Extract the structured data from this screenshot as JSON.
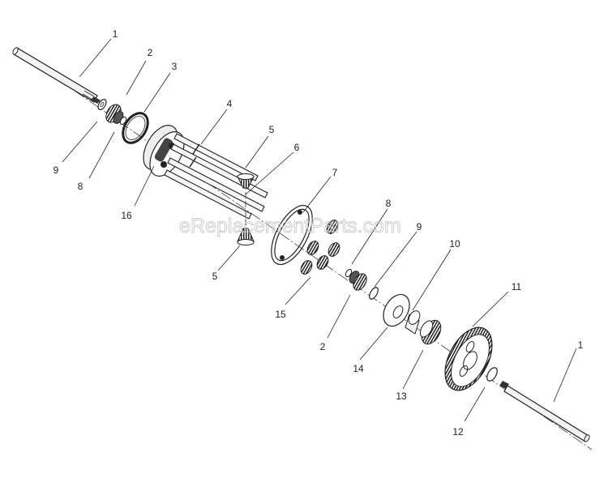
{
  "diagram": {
    "callouts": {
      "c1a": "1",
      "c2a": "2",
      "c3": "3",
      "c4": "4",
      "c5a": "5",
      "c6": "6",
      "c7": "7",
      "c8a": "8",
      "c9a": "9",
      "c16": "16",
      "c5b": "5",
      "c8b": "8",
      "c9b": "9",
      "c15": "15",
      "c2b": "2",
      "c10": "10",
      "c14": "14",
      "c11": "11",
      "c13": "13",
      "c12": "12",
      "c1b": "1"
    },
    "watermark": "eReplacementParts.com"
  }
}
